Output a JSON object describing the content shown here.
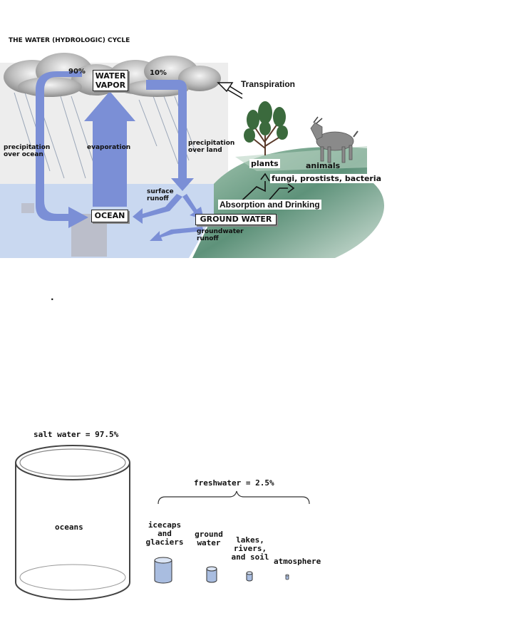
{
  "diagram": {
    "title": "THE WATER (HYDROLOGIC) CYCLE",
    "pct_ocean": "90%",
    "pct_land": "10%",
    "water_vapor_line1": "WATER",
    "water_vapor_line2": "VAPOR",
    "transpiration": "Transpiration",
    "precip_ocean_line1": "precipitation",
    "precip_ocean_line2": "over ocean",
    "evaporation": "evaporation",
    "precip_land_line1": "precipitation",
    "precip_land_line2": "over land",
    "plants": "plants",
    "animals": "animals",
    "fungi": "fungi, prostists, bacteria",
    "surface_runoff_line1": "surface",
    "surface_runoff_line2": "runoff",
    "absorption": "Absorption and Drinking",
    "ocean": "OCEAN",
    "ground_water": "GROUND WATER",
    "groundwater_runoff_line1": "groundwater",
    "groundwater_runoff_line2": "runoff",
    "dot": "."
  },
  "distribution": {
    "salt_water": "salt water = 97.5%",
    "oceans": "oceans",
    "freshwater": "freshwater = 2.5%",
    "icecaps": [
      "icecaps",
      "and",
      "glaciers"
    ],
    "ground": [
      "ground",
      "water"
    ],
    "lakes": [
      "lakes,",
      "rivers,",
      "and soil"
    ],
    "atmosphere": "atmosphere"
  },
  "colors": {
    "arrow_blue": "#7b8fd6",
    "sea_blue": "#c9d8f0",
    "land_green": "#6f9f86",
    "cylinder_blue": "#a9bde0"
  }
}
